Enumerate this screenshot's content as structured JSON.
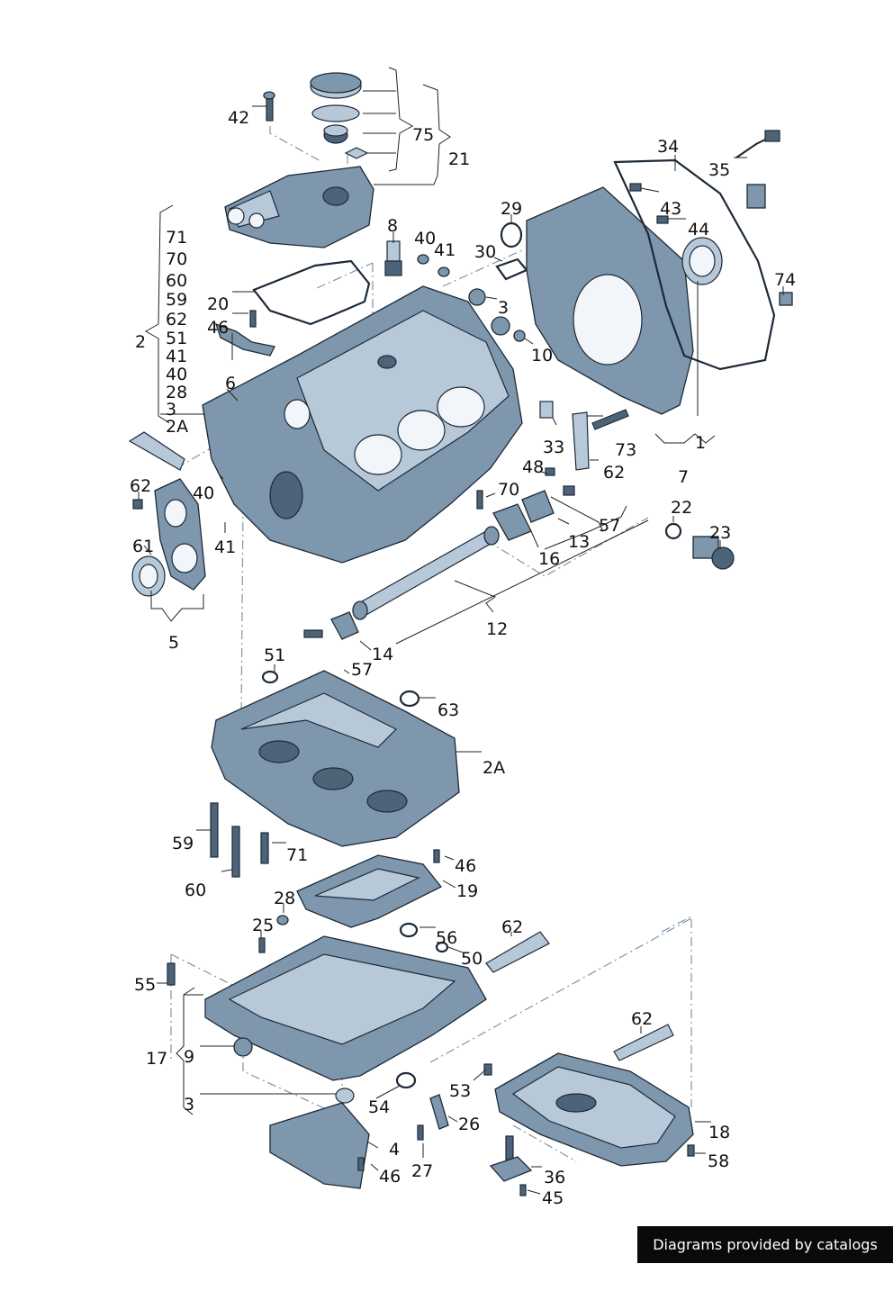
{
  "credit": "Diagrams provided by catalogs parts",
  "callouts": [
    "42",
    "75",
    "21",
    "34",
    "35",
    "43",
    "44",
    "29",
    "74",
    "8",
    "40",
    "41",
    "30",
    "3",
    "10",
    "71",
    "70",
    "60",
    "59",
    "62",
    "51",
    "41",
    "40",
    "28",
    "3",
    "2A",
    "2",
    "20",
    "46",
    "6",
    "33",
    "73",
    "1",
    "7",
    "62",
    "48",
    "70",
    "57",
    "13",
    "22",
    "23",
    "16",
    "12",
    "14",
    "57",
    "51",
    "63",
    "2A",
    "62",
    "40",
    "61",
    "41",
    "5",
    "59",
    "71",
    "60",
    "46",
    "19",
    "28",
    "25",
    "56",
    "50",
    "62",
    "55",
    "17",
    "9",
    "3",
    "53",
    "54",
    "26",
    "27",
    "4",
    "46",
    "62",
    "18",
    "58",
    "36",
    "45"
  ]
}
